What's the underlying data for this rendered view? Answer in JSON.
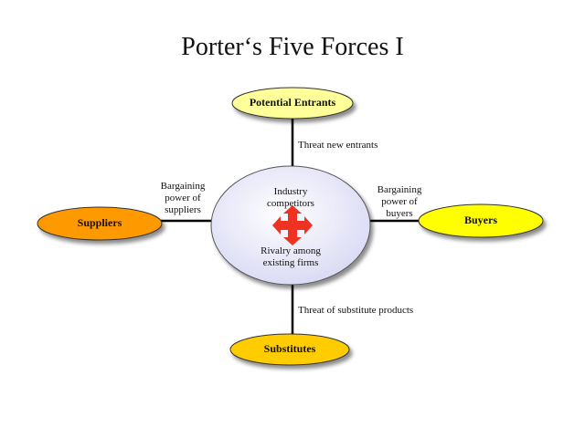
{
  "title": "Porter‘s Five Forces I",
  "center": {
    "line1": "Industry",
    "line2": "competitors",
    "line3": "Rivalry among",
    "line4": "existing firms"
  },
  "nodes": {
    "top": "Potential Entrants",
    "left": "Suppliers",
    "right": "Buyers",
    "bottom": "Substitutes"
  },
  "edges": {
    "top": "Threat  new  entrants",
    "left_line1": "Bargaining",
    "left_line2": "power of",
    "left_line3": "suppliers",
    "right_line1": "Bargaining",
    "right_line2": "power of",
    "right_line3": "buyers",
    "bottom": "Threat  of substitute  products"
  },
  "colors": {
    "center_fill": "#d8d8f4",
    "top_fill": "#ffff99",
    "left_fill": "#ff9900",
    "right_fill": "#ffff00",
    "bottom_fill": "#ffcc00",
    "arrow": "#ee3322",
    "connector": "#000000"
  },
  "icons": {
    "center": "four-way-arrow-icon"
  }
}
